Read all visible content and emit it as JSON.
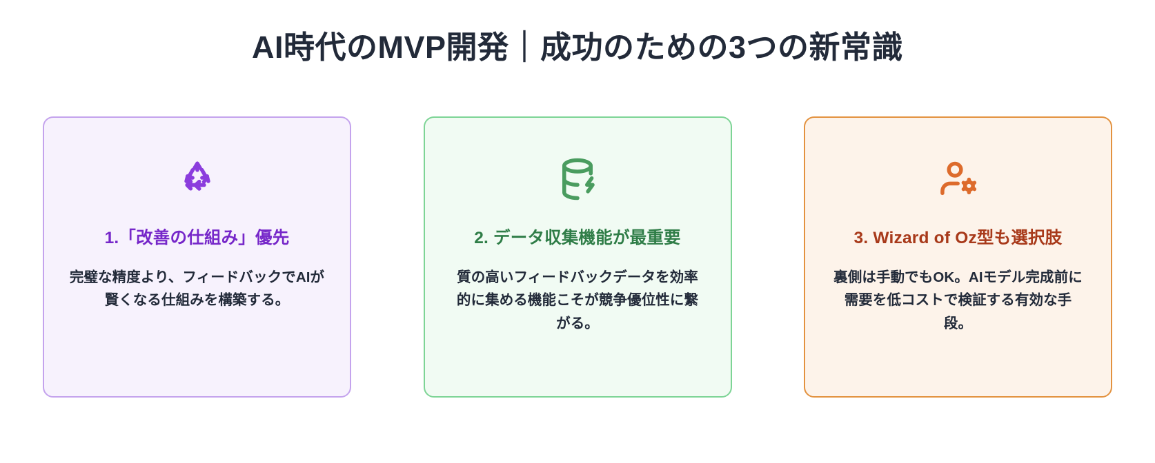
{
  "header": {
    "title": "AI時代のMVP開発｜成功のための3つの新常識",
    "title_color": "#222a39"
  },
  "cards": [
    {
      "icon": "recycle-icon",
      "title": "1.「改善の仕組み」優先",
      "body": "完璧な精度より、フィードバックでAIが賢くなる仕組みを構築する。",
      "accent_color": "#7627c9",
      "icon_color": "#8b3ddd",
      "background_color": "#f7f2fd",
      "border_color": "#c4a3ed",
      "body_color": "#222a39"
    },
    {
      "icon": "database-zap-icon",
      "title": "2. データ収集機能が最重要",
      "body": "質の高いフィードバックデータを効率的に集める機能こそが競争優位性に繋がる。",
      "accent_color": "#2f7d47",
      "icon_color": "#4a9c5f",
      "background_color": "#f1fbf3",
      "border_color": "#7dd495",
      "body_color": "#222a39"
    },
    {
      "icon": "user-cog-icon",
      "title": "3. Wizard of Oz型も選択肢",
      "body": "裏側は手動でもOK。AIモデル完成前に需要を低コストで検証する有効な手段。",
      "accent_color": "#a8391a",
      "icon_color": "#dd6b2c",
      "background_color": "#fdf3ea",
      "border_color": "#e3923f",
      "body_color": "#222a39"
    }
  ],
  "page": {
    "background_color": "#ffffff"
  }
}
